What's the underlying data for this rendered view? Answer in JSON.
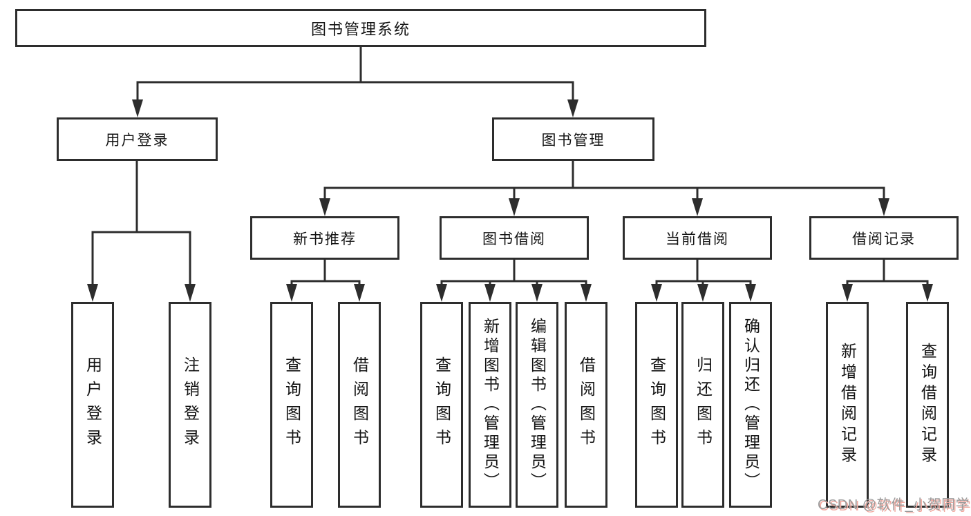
{
  "diagram": {
    "title_node": "图书管理系统",
    "tree": {
      "root": {
        "label": "图书管理系统",
        "children": [
          {
            "label": "用户登录",
            "children": [
              {
                "label": "用户登录"
              },
              {
                "label": "注销登录"
              }
            ]
          },
          {
            "label": "图书管理",
            "children": [
              {
                "label": "新书推荐",
                "children": [
                  {
                    "label": "查询图书"
                  },
                  {
                    "label": "借阅图书"
                  }
                ]
              },
              {
                "label": "图书借阅",
                "children": [
                  {
                    "label": "查询图书"
                  },
                  {
                    "label": "新增图书（管理员）"
                  },
                  {
                    "label": "编辑图书（管理员）"
                  },
                  {
                    "label": "借阅图书"
                  }
                ]
              },
              {
                "label": "当前借阅",
                "children": [
                  {
                    "label": "查询图书"
                  },
                  {
                    "label": "归还图书"
                  },
                  {
                    "label": "确认归还（管理员）"
                  }
                ]
              },
              {
                "label": "借阅记录",
                "children": [
                  {
                    "label": "新增借阅记录"
                  },
                  {
                    "label": "查询借阅记录"
                  }
                ]
              }
            ]
          }
        ]
      }
    },
    "colors": {
      "line": "#2d2d2d",
      "box_border": "#2d2d2d",
      "box_fill": "#ffffff",
      "text": "#141414",
      "background": "#ffffff",
      "watermark_text": "#9b9b9b",
      "watermark_shadow": "#f1a9a0"
    }
  },
  "watermark": {
    "text": "CSDN @软件_小贺同学"
  }
}
